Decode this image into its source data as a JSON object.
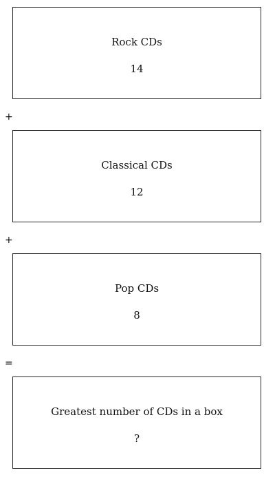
{
  "boxes": [
    {
      "label": "Rock CDs",
      "value": "14"
    },
    {
      "label": "Classical CDs",
      "value": "12"
    },
    {
      "label": "Pop CDs",
      "value": "8"
    },
    {
      "label": "Greatest number of CDs in a box",
      "value": "?"
    }
  ],
  "operators": [
    "+",
    "+",
    "="
  ]
}
